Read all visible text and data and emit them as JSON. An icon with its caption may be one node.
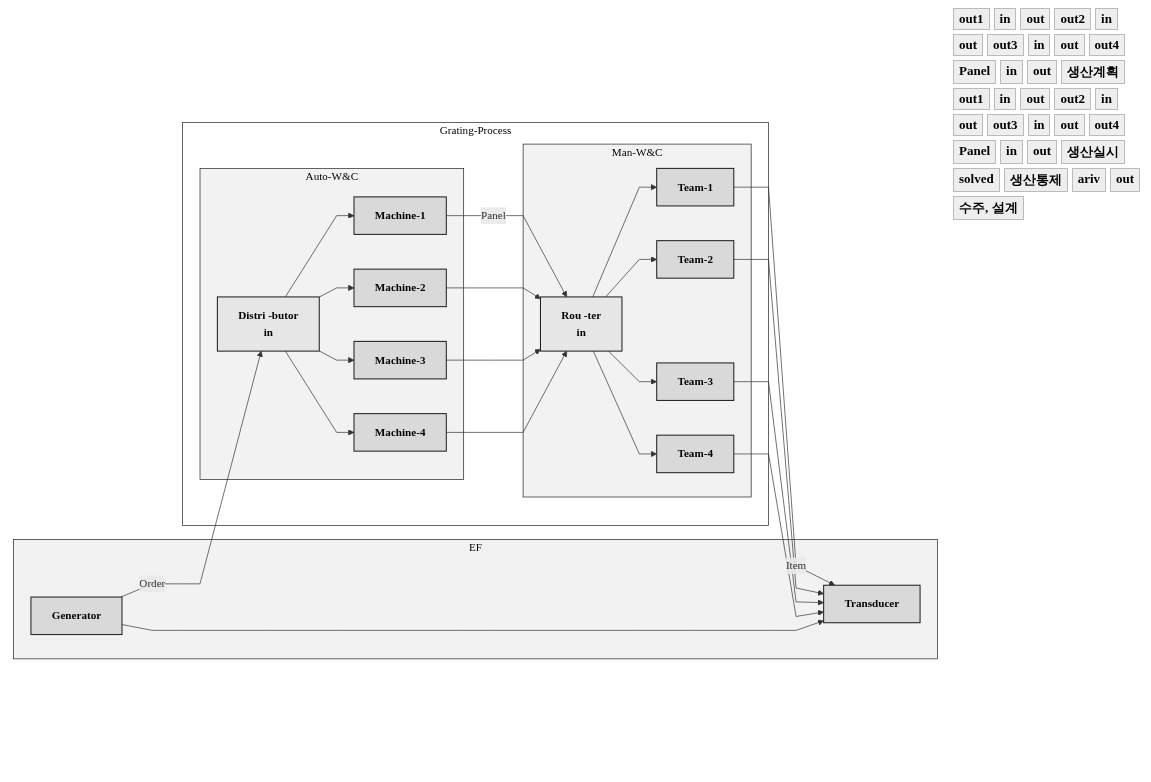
{
  "diagram": {
    "nodes": [
      {
        "text": [
          "Grating-Process"
        ]
      },
      {
        "text": [
          "Auto-W&C"
        ],
        "in": 0
      },
      {
        "text": [
          "Distri -butor",
          "in"
        ],
        "in": 1
      },
      {
        "text": [
          "Machine-1"
        ],
        "in": 1
      },
      {
        "text": [
          "Machine-2"
        ],
        "in": 1
      },
      {
        "text": [
          "Machine-3"
        ],
        "in": 1
      },
      {
        "text": [
          "Machine-4"
        ],
        "in": 1
      },
      {
        "text": [
          "Man-W&C"
        ],
        "in": 0
      },
      {
        "text": [
          "Rou -ter",
          "in"
        ],
        "in": 7
      },
      {
        "text": [
          "Team-1"
        ],
        "in": 7
      },
      {
        "text": [
          "Team-2"
        ],
        "in": 7
      },
      {
        "text": [
          "Team-3"
        ],
        "in": 7
      },
      {
        "text": [
          "Team-4"
        ],
        "in": 7
      },
      {
        "text": [
          "EF"
        ]
      },
      {
        "text": [
          "Transducer"
        ],
        "in": 13
      },
      {
        "text": [
          "Generator"
        ],
        "in": 13
      }
    ],
    "edges": [
      {
        "from": 2,
        "to": 3,
        "arrow": "to"
      },
      {
        "from": 2,
        "to": 4,
        "arrow": "to"
      },
      {
        "from": 2,
        "to": 5,
        "arrow": "to"
      },
      {
        "from": 2,
        "to": 6,
        "arrow": "to"
      },
      {
        "from": 3,
        "to": 8,
        "arrow": "to",
        "label": "Panel"
      },
      {
        "from": 4,
        "to": 8,
        "arrow": "to"
      },
      {
        "from": 5,
        "to": 8,
        "arrow": "to"
      },
      {
        "from": 6,
        "to": 8,
        "arrow": "to"
      },
      {
        "from": 8,
        "to": 9,
        "arrow": "to"
      },
      {
        "from": 8,
        "to": 10,
        "arrow": "to"
      },
      {
        "from": 8,
        "to": 11,
        "arrow": "to"
      },
      {
        "from": 8,
        "to": 12,
        "arrow": "to"
      },
      {
        "from": 9,
        "to": 14,
        "arrow": "to",
        "label": "Item"
      },
      {
        "from": 10,
        "to": 14,
        "arrow": "to"
      },
      {
        "from": 11,
        "to": 14,
        "arrow": "to"
      },
      {
        "from": 12,
        "to": 14,
        "arrow": "to"
      },
      {
        "from": 15,
        "to": 14,
        "arrow": "to"
      },
      {
        "from": 15,
        "to": 2,
        "arrow": "to",
        "label": "Order"
      }
    ],
    "labels": [
      "out1",
      "in",
      "out",
      "out2",
      "in",
      "out",
      "out3",
      "in",
      "out",
      "out4",
      "Panel",
      "in",
      "out",
      "생산계획",
      "out1",
      "in",
      "out",
      "out2",
      "in",
      "out",
      "out3",
      "in",
      "out",
      "out4",
      "Panel",
      "in",
      "out",
      "생산실시",
      "solved",
      "생산통제",
      "ariv",
      "out",
      "수주, 설계"
    ]
  }
}
